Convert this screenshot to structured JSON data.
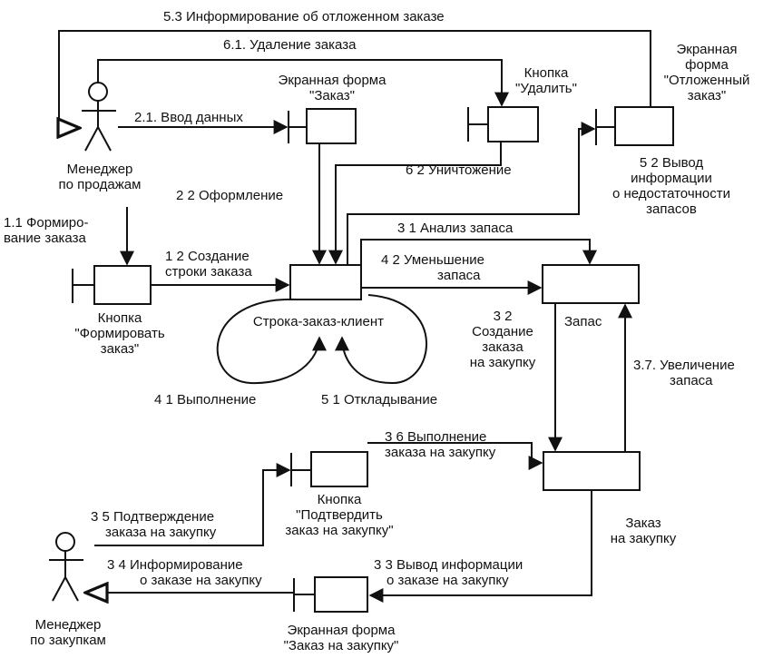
{
  "actors": {
    "sales_manager": [
      "Менеджер",
      "по продажам"
    ],
    "purchase_manager": [
      "Менеджер",
      "по закупкам"
    ]
  },
  "objects": {
    "order_form": [
      "Экранная форма",
      "\"Заказ\""
    ],
    "delete_button": [
      "Кнопка",
      "\"Удалить\""
    ],
    "postponed_form": [
      "Экранная",
      "форма",
      "\"Отложенный",
      "заказ\""
    ],
    "create_order_button": [
      "Кнопка",
      "\"Формировать",
      "заказ\""
    ],
    "order_line": "Строка-заказ-клиент",
    "stock": "Запас",
    "confirm_button": [
      "Кнопка",
      "\"Подтвердить",
      "заказ на закупку\""
    ],
    "purchase_order": [
      "Заказ",
      "на закупку"
    ],
    "purchase_form": [
      "Экранная форма",
      "\"Заказ на закупку\""
    ]
  },
  "messages": {
    "m53": "5.3  Информирование об отложенном заказе",
    "m61": "6.1. Удаление заказа",
    "m21": "2.1. Ввод данных",
    "m22": "2 2  Оформление",
    "m62": "6 2  Уничтожение",
    "m52": [
      "5 2  Вывод",
      "информации",
      "о недостаточности",
      "запасов"
    ],
    "m11": [
      "1.1  Формиро-",
      "вание заказа"
    ],
    "m12": [
      "1 2  Создание",
      "строки заказа"
    ],
    "m31": "3 1  Анализ запаса",
    "m42": [
      "4 2  Уменьшение",
      "запаса"
    ],
    "m32": [
      "3 2",
      "Создание",
      "заказа",
      "на закупку"
    ],
    "m37": [
      "3.7. Увеличение",
      "запаса"
    ],
    "m41": "4 1  Выполнение",
    "m51": "5 1  Откладывание",
    "m36": [
      "3 6  Выполнение",
      "заказа на закупку"
    ],
    "m35": [
      "3 5  Подтверждение",
      "заказа на закупку"
    ],
    "m34": [
      "3 4  Информирование",
      "о заказе на закупку"
    ],
    "m33": [
      "3 3  Вывод информации",
      "о заказе на закупку"
    ]
  }
}
